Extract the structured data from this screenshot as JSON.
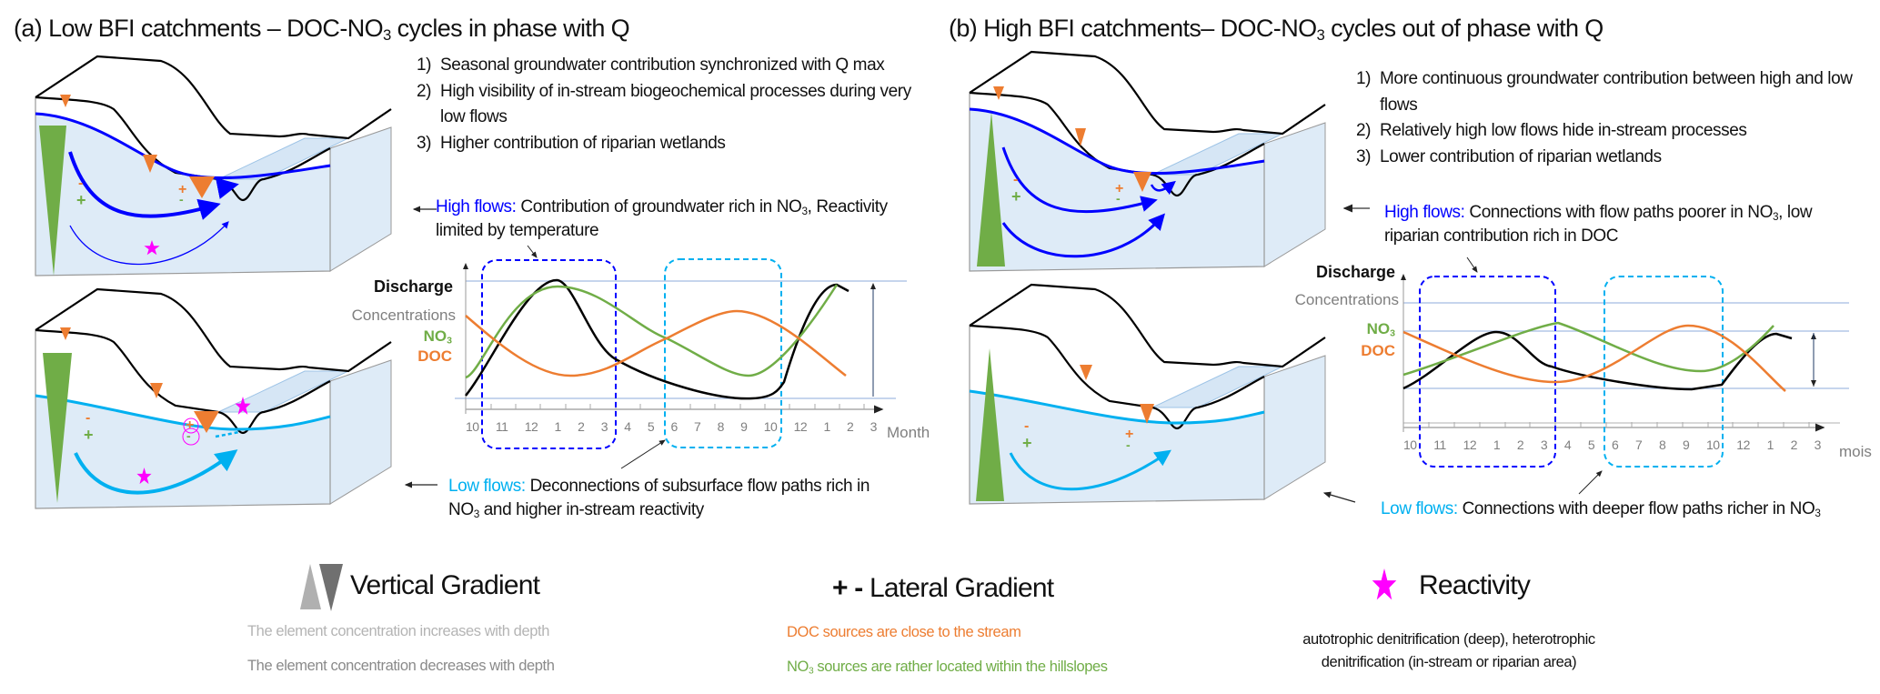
{
  "panel_a": {
    "title_pre": "(a) Low BFI catchments – DOC-NO",
    "title_sub": "3",
    "title_post": " cycles in phase with Q",
    "points": [
      {
        "num": "1)",
        "text": "Seasonal groundwater contribution synchronized with Q max"
      },
      {
        "num": "2)",
        "text": "High visibility of in-stream biogeochemical processes during very low flows"
      },
      {
        "num": "3)",
        "text": "Higher contribution of riparian wetlands"
      }
    ],
    "high_flows": {
      "label": "High flows:",
      "text_pre": " Contribution of groundwater rich in NO",
      "sub": "3",
      "text_post": ", Reactivity limited by temperature"
    },
    "low_flows": {
      "label": "Low flows:",
      "text_pre": " Deconnections of subsurface flow paths rich in NO",
      "sub": "3",
      "text_post": " and higher in-stream reactivity"
    },
    "chart": {
      "discharge": "Discharge",
      "concentrations": "Concentrations",
      "no3": "NO",
      "no3_sub": "3",
      "doc": "DOC",
      "unit": "Month",
      "ticks": [
        "10",
        "11",
        "12",
        "1",
        "2",
        "3",
        "4",
        "5",
        "6",
        "7",
        "8",
        "9",
        "10",
        "12",
        "1",
        "2",
        "3"
      ]
    }
  },
  "panel_b": {
    "title_pre": "(b) High BFI catchments– DOC-NO",
    "title_sub": "3",
    "title_post": " cycles out of phase with Q",
    "points": [
      {
        "num": "1)",
        "text": "More continuous groundwater contribution between high and low flows"
      },
      {
        "num": "2)",
        "text": "Relatively high low flows hide in-stream processes"
      },
      {
        "num": "3)",
        "text": "Lower contribution of riparian wetlands"
      }
    ],
    "high_flows": {
      "label": "High flows:",
      "text_pre": " Connections with flow paths poorer in NO",
      "sub": "3",
      "text_post": ", low riparian contribution  rich in DOC"
    },
    "low_flows": {
      "label": "Low flows:",
      "text_pre": " Connections with deeper flow paths richer in NO",
      "sub": "3",
      "text_post": ""
    },
    "chart": {
      "discharge": "Discharge",
      "concentrations": "Concentrations",
      "no3": "NO",
      "no3_sub": "3",
      "doc": "DOC",
      "unit": "mois",
      "ticks": [
        "10",
        "11",
        "12",
        "1",
        "2",
        "3",
        "4",
        "5",
        "6",
        "7",
        "8",
        "9",
        "10",
        "12",
        "1",
        "2",
        "3"
      ]
    }
  },
  "legend": {
    "vertical": {
      "title": "Vertical Gradient",
      "increase": "The element concentration increases with depth",
      "decrease": "The element concentration decreases with depth"
    },
    "lateral": {
      "symbol": "+ -",
      "title": "Lateral Gradient",
      "doc": "DOC sources are  close to the stream",
      "no3_pre": "NO",
      "no3_sub": "3",
      "no3_post": " sources are rather located within the hillslopes"
    },
    "reactivity": {
      "title": "Reactivity",
      "line1": "autotrophic denitrification (deep), heterotrophic",
      "line2": "denitrification (in-stream or riparian area)"
    }
  },
  "colors": {
    "orange": "#ED7D31",
    "green": "#70AD47",
    "high_flow_blue": "#0000FF",
    "low_flow_cyan": "#00B0F0",
    "reactivity_magenta": "#FF00FF",
    "groundwater_fill": "#DEEBF7"
  }
}
